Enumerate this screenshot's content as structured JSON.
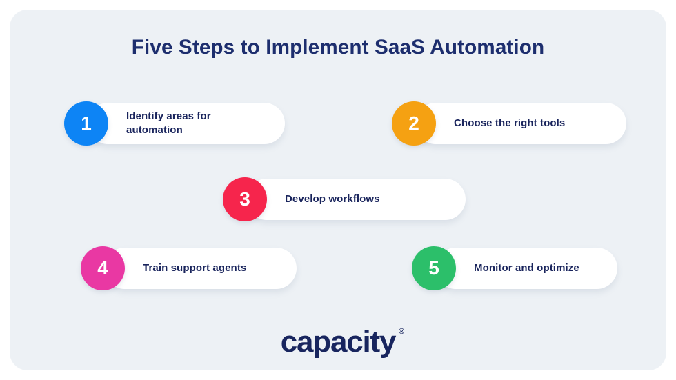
{
  "infographic": {
    "title": "Five Steps to Implement SaaS Automation",
    "background_color": "#edf1f5",
    "title_color": "#1d2e6e",
    "label_color": "#19245c",
    "pill_color": "#ffffff"
  },
  "steps": [
    {
      "number": "1",
      "label": "Identify areas for\nautomation",
      "color": "#0d84f5"
    },
    {
      "number": "2",
      "label": "Choose the right tools",
      "color": "#f5a112"
    },
    {
      "number": "3",
      "label": "Develop workflows",
      "color": "#f6254c"
    },
    {
      "number": "4",
      "label": "Train support agents",
      "color": "#e938a3"
    },
    {
      "number": "5",
      "label": "Monitor and optimize",
      "color": "#2cbf6a"
    }
  ],
  "logo": {
    "text": "capacity",
    "trademark": "®",
    "color": "#18255e"
  }
}
